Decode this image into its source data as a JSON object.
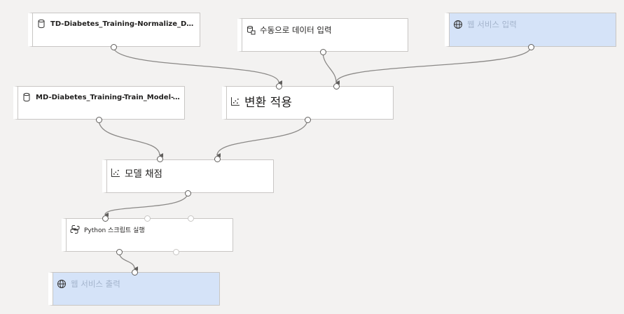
{
  "nodes": {
    "td_dataset": {
      "label": "TD-Diabetes_Training-Normalize_Data-T...",
      "icon": "database-icon"
    },
    "manual_input": {
      "label": "수동으로 데이터 입력",
      "icon": "manual-data-icon"
    },
    "ws_input": {
      "label": "웹 서비스 입력",
      "icon": "globe-icon"
    },
    "md_dataset": {
      "label": "MD-Diabetes_Training-Train_Model-Trai...",
      "icon": "database-icon"
    },
    "apply_transform": {
      "label": "변환 적용",
      "icon": "module-icon"
    },
    "score_model": {
      "label": "모델 채점",
      "icon": "module-icon"
    },
    "python_script": {
      "label": "Python 스크립트 실행",
      "icon": "python-icon"
    },
    "ws_output": {
      "label": "웹 서비스 출력",
      "icon": "globe-icon"
    }
  },
  "colors": {
    "canvas": "#f3f2f1",
    "node": "#ffffff",
    "webservice_node": "#d5e3f8",
    "wire": "#8a8886",
    "border": "#c8c6c4"
  }
}
